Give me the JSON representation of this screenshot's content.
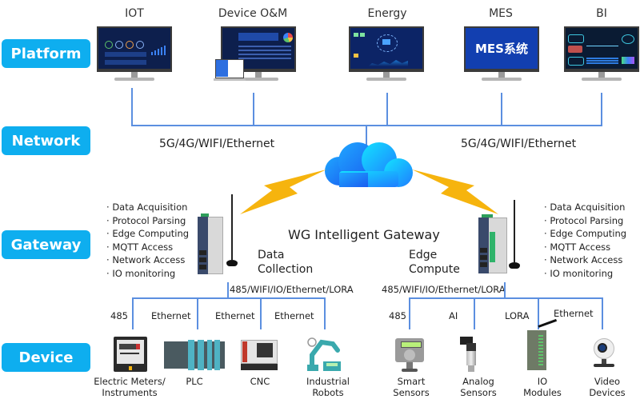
{
  "layers": {
    "platform": "Platform",
    "network": "Network",
    "gateway": "Gateway",
    "device": "Device"
  },
  "platforms": [
    {
      "title": "IOT",
      "icon": "iot-dashboard-monitor-icon"
    },
    {
      "title": "Device O&M",
      "icon": "device-om-dashboard-monitor-icon"
    },
    {
      "title": "Energy",
      "icon": "energy-dashboard-monitor-icon"
    },
    {
      "title": "MES",
      "icon": "mes-dashboard-monitor-icon",
      "screen_text": "MES系统"
    },
    {
      "title": "BI",
      "icon": "bi-dashboard-monitor-icon"
    }
  ],
  "network": {
    "left_protocols": "5G/4G/WIFI/Ethernet",
    "right_protocols": "5G/4G/WIFI/Ethernet",
    "cloud_icon": "cloud-icon"
  },
  "gateway": {
    "title": "WG Intelligent Gateway",
    "left": {
      "features": [
        "Data Acquisition",
        "Protocol Parsing",
        "Edge Computing",
        "MQTT Access",
        "Network Access",
        "IO monitoring"
      ],
      "role_line1": "Data",
      "role_line2": "Collection",
      "interfaces": "485/WIFI/IO/Ethernet/LORA"
    },
    "right": {
      "features": [
        "Data Acquisition",
        "Protocol Parsing",
        "Edge Computing",
        "MQTT Access",
        "Network Access",
        "IO monitoring"
      ],
      "role_line1": "Edge",
      "role_line2": "Compute",
      "interfaces": "485/WIFI/IO/Ethernet/LORA"
    }
  },
  "devices": {
    "left": [
      {
        "link": "485",
        "line1": "Electric Meters/",
        "line2": "Instruments"
      },
      {
        "link": "Ethernet",
        "line1": "PLC",
        "line2": ""
      },
      {
        "link": "Ethernet",
        "line1": "CNC",
        "line2": ""
      },
      {
        "link": "Ethernet",
        "line1": "Industrial",
        "line2": "Robots"
      }
    ],
    "right": [
      {
        "link": "485",
        "line1": "Smart",
        "line2": "Sensors"
      },
      {
        "link": "AI",
        "line1": "Analog",
        "line2": "Sensors"
      },
      {
        "link": "LORA",
        "line1": "IO",
        "line2": "Modules"
      },
      {
        "link": "Ethernet",
        "line1": "Video",
        "line2": "Devices"
      }
    ]
  },
  "colors": {
    "label_bg": "#0eaeef",
    "line": "#5b8fe0",
    "lightning": "#f6b40e"
  }
}
